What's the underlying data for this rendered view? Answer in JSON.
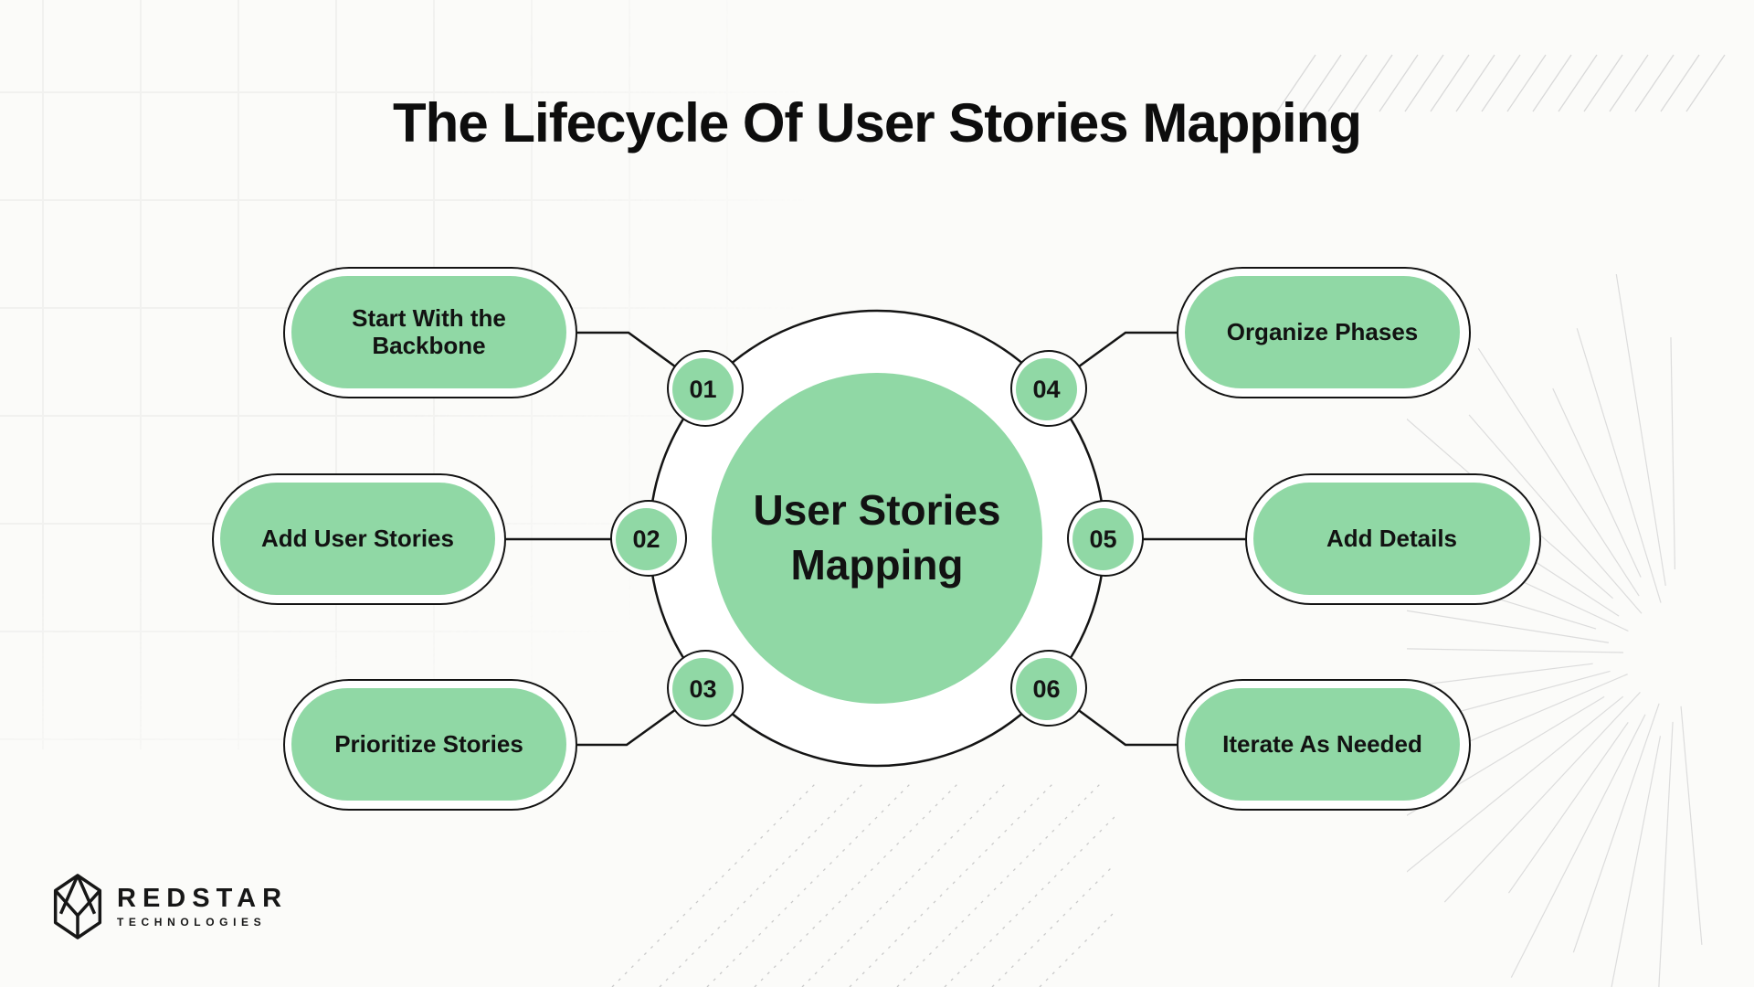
{
  "title": "The Lifecycle Of User Stories Mapping",
  "center": {
    "line1": "User Stories",
    "line2": "Mapping"
  },
  "steps": [
    {
      "number": "01",
      "label": "Start With the Backbone"
    },
    {
      "number": "02",
      "label": "Add User Stories"
    },
    {
      "number": "03",
      "label": "Prioritize Stories"
    },
    {
      "number": "04",
      "label": "Organize Phases"
    },
    {
      "number": "05",
      "label": "Add Details"
    },
    {
      "number": "06",
      "label": "Iterate As Needed"
    }
  ],
  "logo": {
    "brand": "REDSTAR",
    "subbrand": "TECHNOLOGIES"
  },
  "colors": {
    "accent_green": "#90d8a5",
    "ink": "#141414",
    "background": "#fbfbf9",
    "grid_line": "#eeeeec",
    "hatch_line": "#d9d9d9",
    "sunburst_line": "#dcdcdc",
    "dotted_line": "#c9c9c9"
  }
}
